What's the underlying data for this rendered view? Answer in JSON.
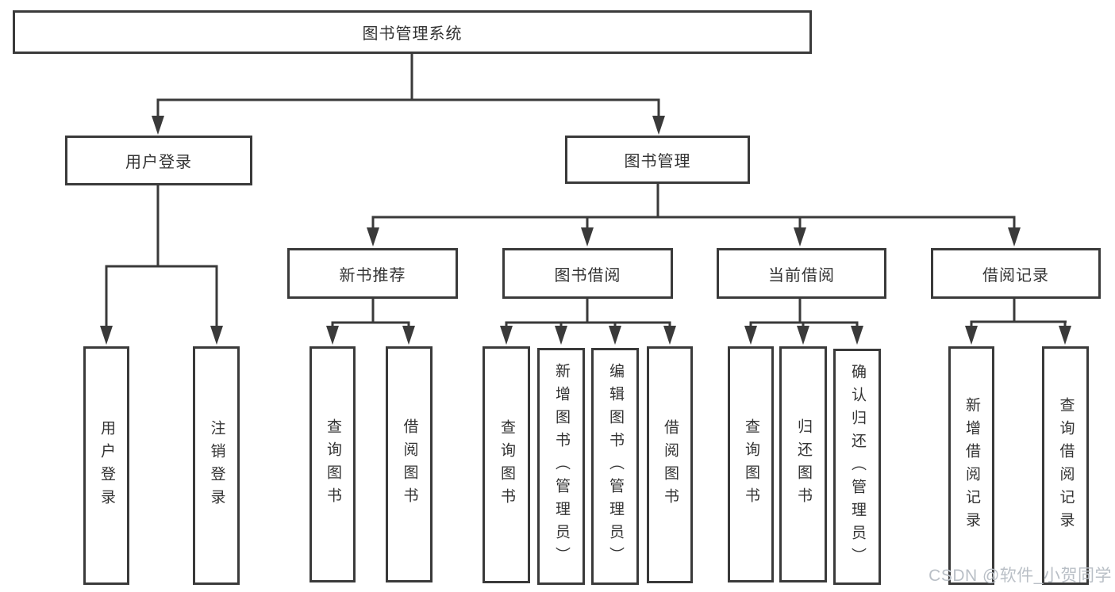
{
  "diagram": {
    "title": "library-management-system-function-tree",
    "root": {
      "label": "图书管理系统"
    },
    "level2": [
      {
        "label": "用户登录"
      },
      {
        "label": "图书管理"
      }
    ],
    "level3": [
      {
        "label": "新书推荐",
        "parent": "图书管理"
      },
      {
        "label": "图书借阅",
        "parent": "图书管理"
      },
      {
        "label": "当前借阅",
        "parent": "图书管理"
      },
      {
        "label": "借阅记录",
        "parent": "图书管理"
      }
    ],
    "leaves": [
      {
        "label": "用户登录",
        "parent": "用户登录"
      },
      {
        "label": "注销登录",
        "parent": "用户登录"
      },
      {
        "label": "查询图书",
        "parent": "新书推荐"
      },
      {
        "label": "借阅图书",
        "parent": "新书推荐"
      },
      {
        "label": "查询图书",
        "parent": "图书借阅"
      },
      {
        "label": "新增图书（管理员）",
        "parent": "图书借阅"
      },
      {
        "label": "编辑图书（管理员）",
        "parent": "图书借阅"
      },
      {
        "label": "借阅图书",
        "parent": "图书借阅"
      },
      {
        "label": "查询图书",
        "parent": "当前借阅"
      },
      {
        "label": "归还图书",
        "parent": "当前借阅"
      },
      {
        "label": "确认归还（管理员）",
        "parent": "当前借阅"
      },
      {
        "label": "新增借阅记录",
        "parent": "借阅记录"
      },
      {
        "label": "查询借阅记录",
        "parent": "借阅记录"
      }
    ]
  },
  "watermark": {
    "text": "CSDN @软件_小贺同学"
  },
  "colors": {
    "line": "#3a3a3a",
    "text": "#333333",
    "watermark": "#b9bfc6",
    "background": "#ffffff"
  }
}
